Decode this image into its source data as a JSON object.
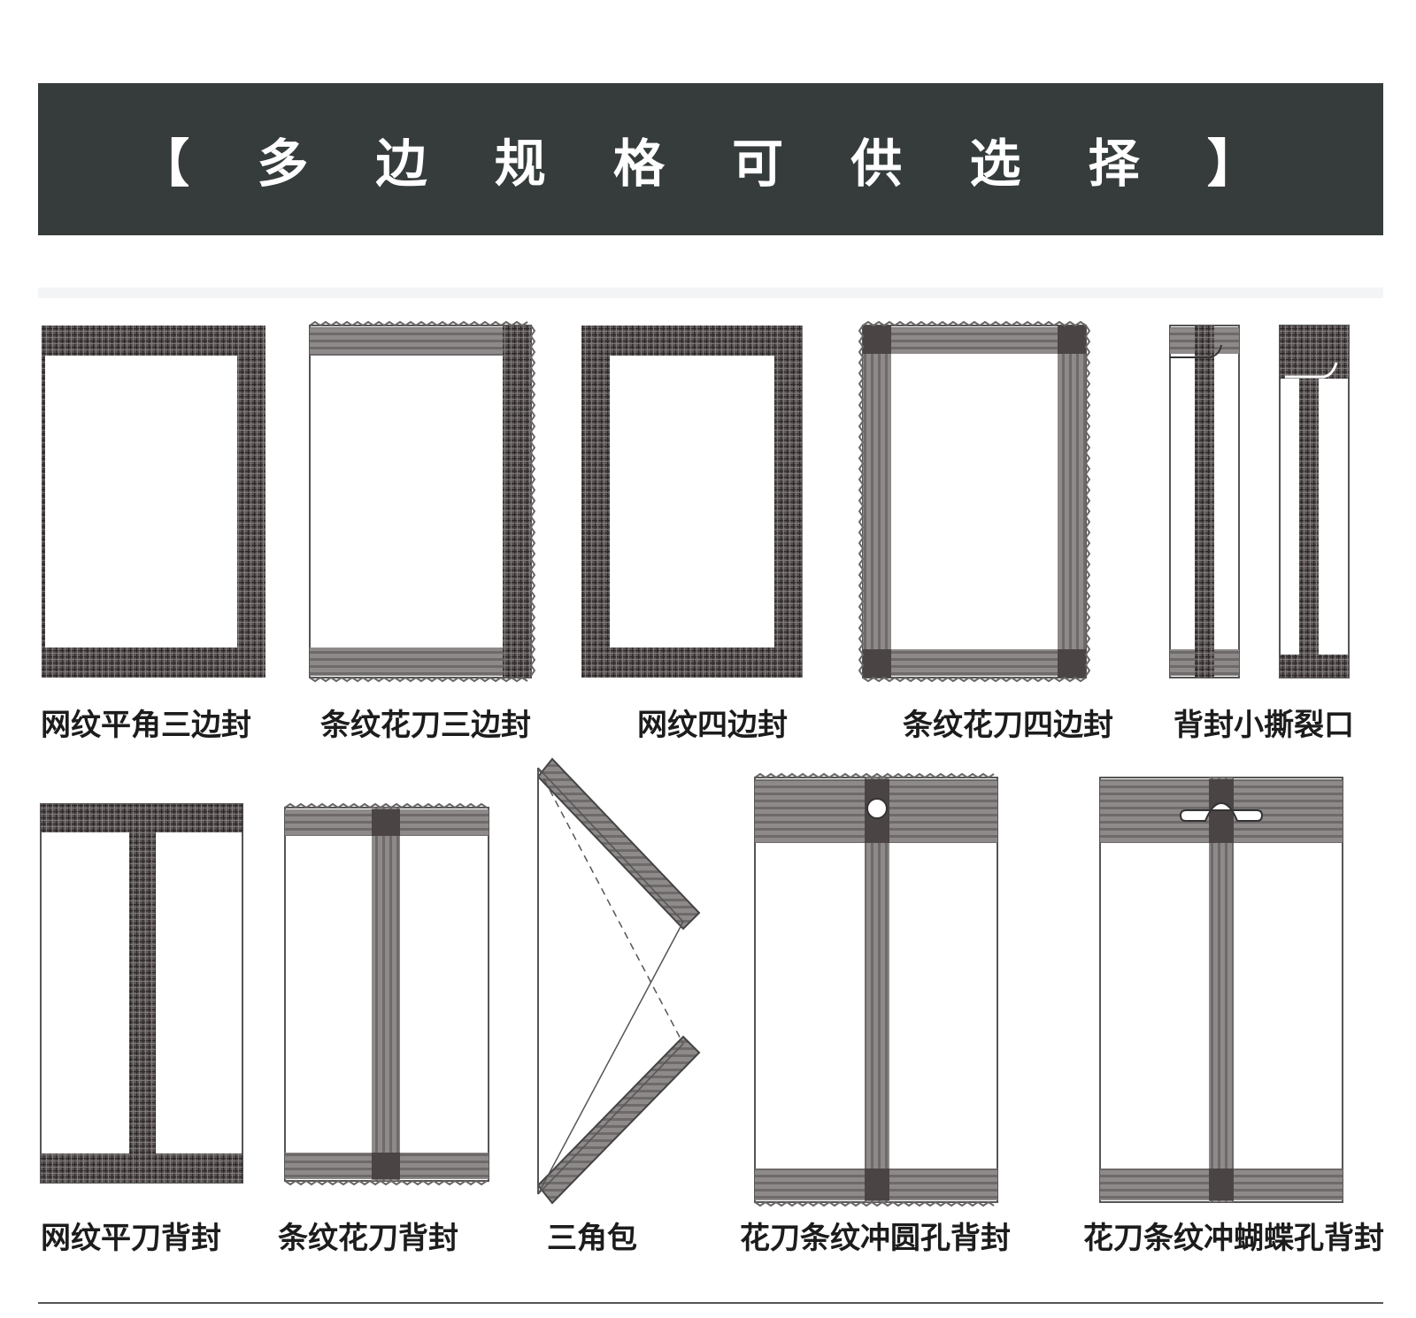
{
  "header": {
    "title": "【 多 边 规 格 可 供 选 择 】"
  },
  "bag_types": [
    {
      "id": "mesh-flat-three-side",
      "label": "网纹平角三边封"
    },
    {
      "id": "stripe-zigzag-three-side",
      "label": "条纹花刀三边封"
    },
    {
      "id": "mesh-four-side",
      "label": "网纹四边封"
    },
    {
      "id": "stripe-zigzag-four-side",
      "label": "条纹花刀四边封"
    },
    {
      "id": "back-seal-tear-notch",
      "label": "背封小撕裂口"
    },
    {
      "id": "mesh-flat-back-seal",
      "label": "网纹平刀背封"
    },
    {
      "id": "stripe-zigzag-back-seal",
      "label": "条纹花刀背封"
    },
    {
      "id": "triangle-bag",
      "label": "三角包"
    },
    {
      "id": "zigzag-stripe-round-hole-back-seal",
      "label": "花刀条纹冲圆孔背封"
    },
    {
      "id": "zigzag-stripe-butterfly-hole-back-seal",
      "label": "花刀条纹冲蝴蝶孔背封"
    }
  ],
  "colors": {
    "banner": "#363c3c",
    "seal_dark": "#4a4444",
    "seal_stripe": "#8c8888",
    "background": "#ffffff"
  }
}
